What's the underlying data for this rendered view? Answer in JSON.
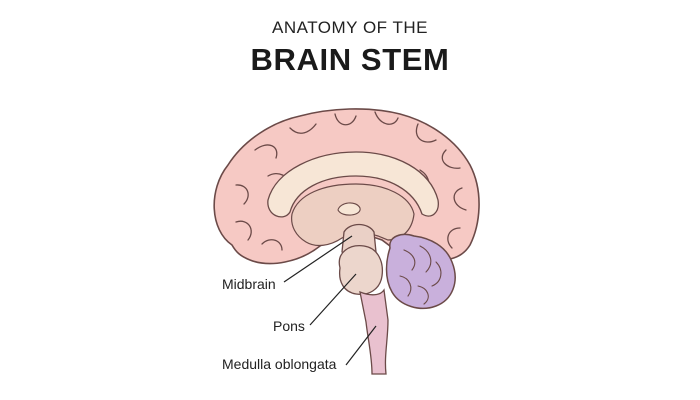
{
  "title": {
    "line1": "ANATOMY OF THE",
    "line2": "BRAIN STEM"
  },
  "labels": {
    "midbrain": "Midbrain",
    "pons": "Pons",
    "medulla": "Medulla oblongata"
  },
  "colors": {
    "cerebrum": "#f6c9c4",
    "cerebrum_outline": "#6b4a48",
    "corpus_callosum": "#f7e6d6",
    "inner_brain": "#edcfc2",
    "midbrain": "#ead0c6",
    "pons": "#ecd6cc",
    "medulla": "#e9c1cf",
    "cerebellum": "#c9b0dc",
    "cerebellum_dark": "#b193c9"
  }
}
